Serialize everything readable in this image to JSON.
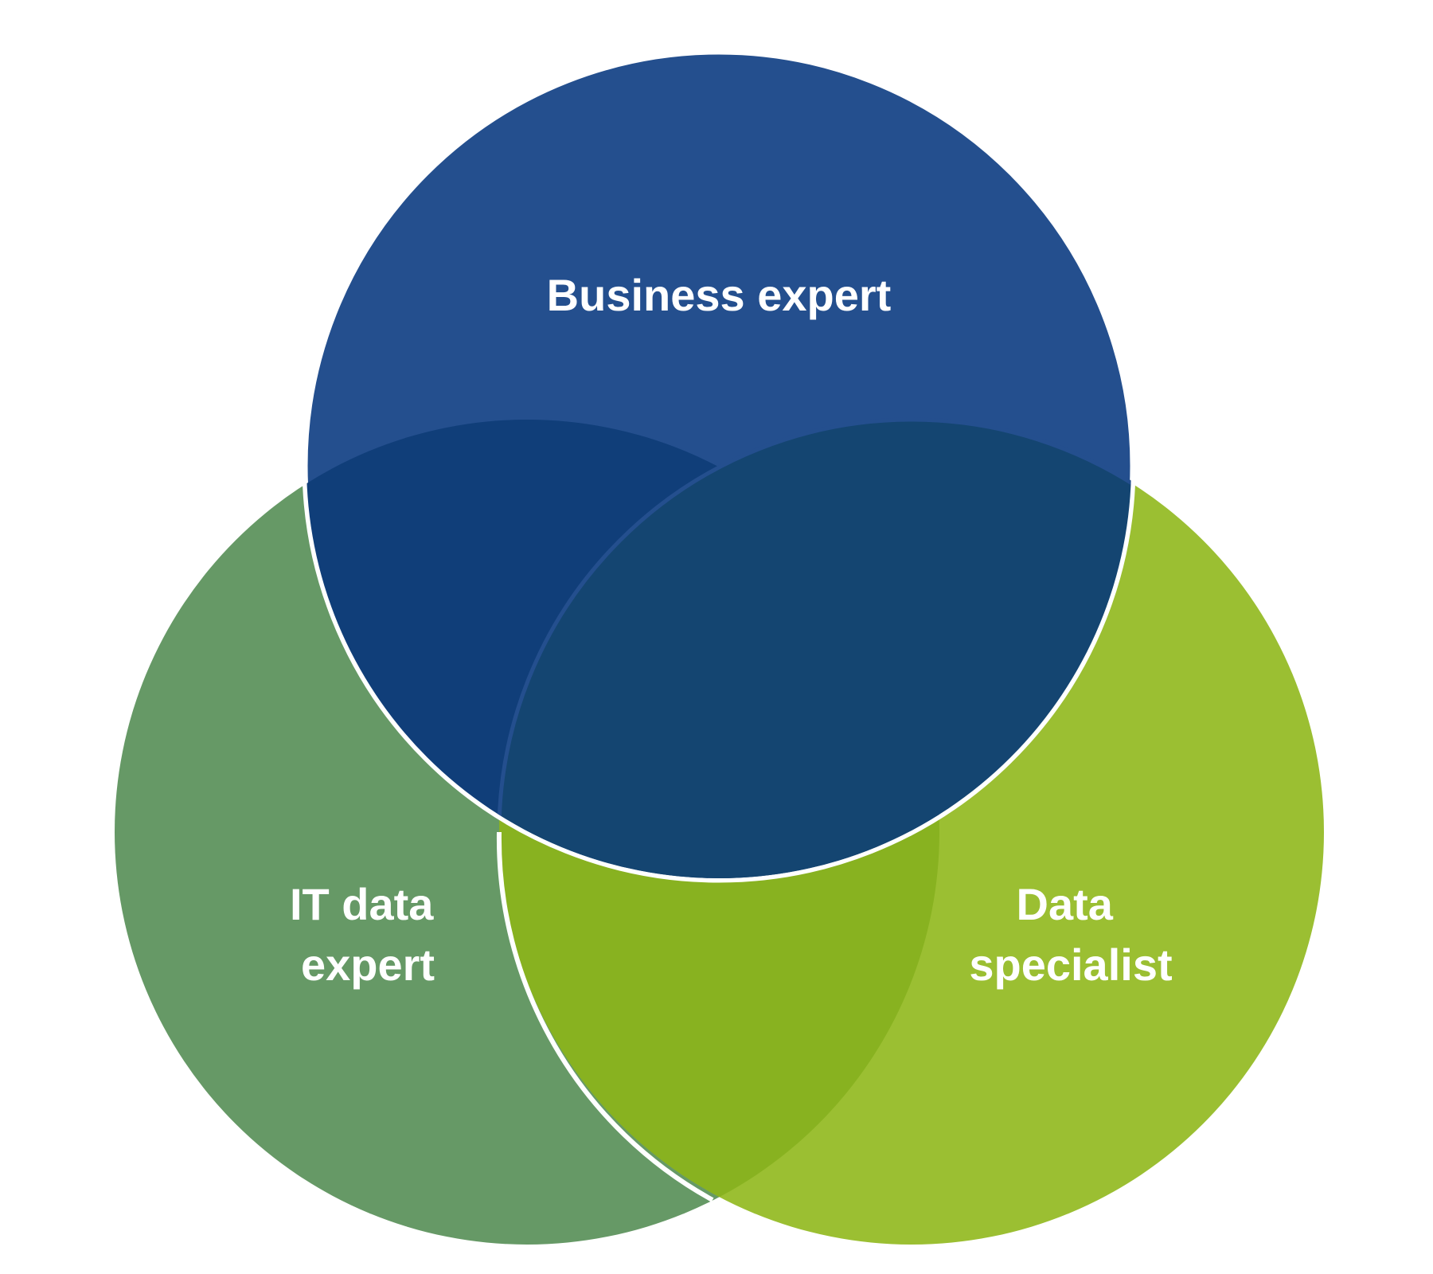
{
  "diagram": {
    "circles": [
      {
        "id": "it",
        "label_lines": [
          "IT data",
          "expert"
        ],
        "color": "#669966"
      },
      {
        "id": "data",
        "label_lines": [
          "Data",
          "specialist"
        ],
        "color": "#9BBF32"
      },
      {
        "id": "business",
        "label_lines": [
          "Business expert"
        ],
        "color": "#244F8E"
      }
    ],
    "overlap_colors": {
      "it_data": "#88B220",
      "business_it": "#103E79",
      "business_data": "#144571"
    },
    "outline_color": "#ffffff"
  }
}
